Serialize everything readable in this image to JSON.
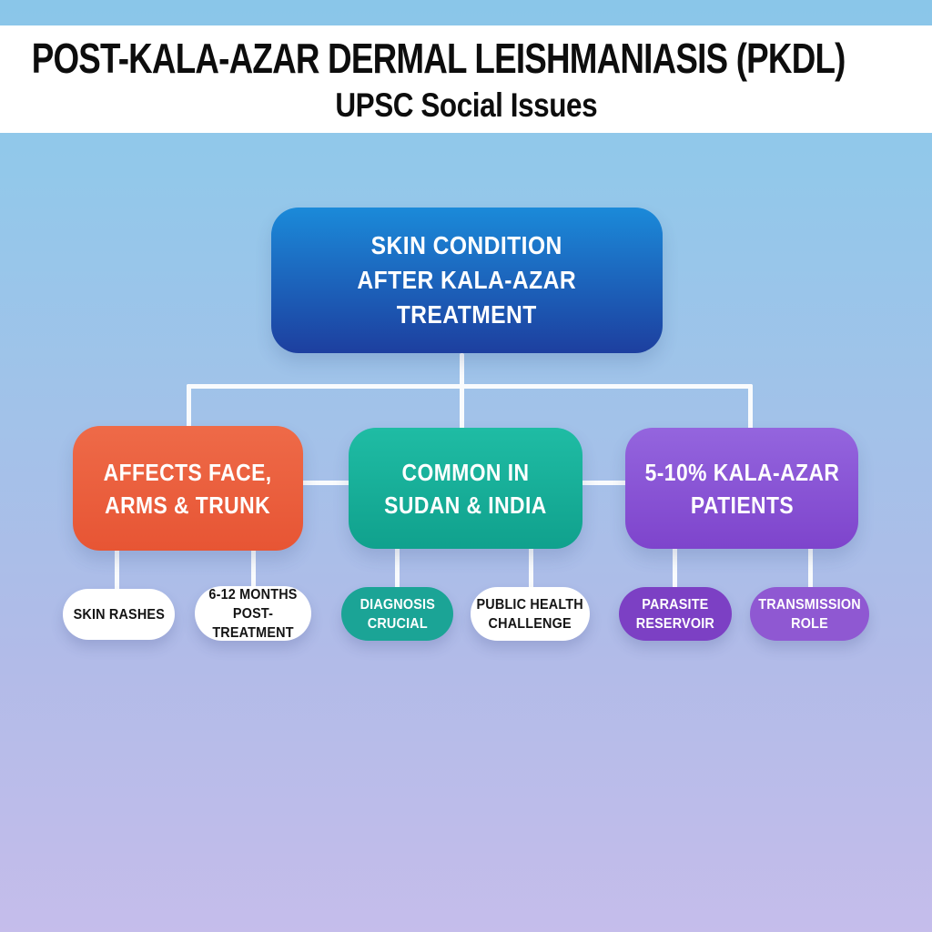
{
  "header": {
    "title_line1": "POST-KALA-AZAR DERMAL LEISHMANIASIS (PKDL)",
    "title_line2": "UPSC Social Issues",
    "globe_icon": "globe-earth-icon"
  },
  "diagram": {
    "root": {
      "label": "SKIN CONDITION\nAFTER KALA-AZAR\nTREATMENT"
    },
    "branches": [
      {
        "label": "AFFECTS FACE,\nARMS & TRUNK",
        "children": [
          {
            "label": "SKIN RASHES",
            "bg": "#ffffff",
            "fg": "#141414"
          },
          {
            "label": "6-12 MONTHS\nPOST-TREATMENT",
            "bg": "#ffffff",
            "fg": "#141414"
          }
        ]
      },
      {
        "label": "COMMON IN\nSUDAN & INDIA",
        "children": [
          {
            "label": "DIAGNOSIS\nCRUCIAL",
            "bg": "#1ba496",
            "fg": "#ffffff"
          },
          {
            "label": "PUBLIC HEALTH\nCHALLENGE",
            "bg": "#ffffff",
            "fg": "#141414"
          }
        ]
      },
      {
        "label": "5-10% KALA-AZAR\nPATIENTS",
        "children": [
          {
            "label": "PARASITE\nRESERVOIR",
            "bg": "#7c40c4",
            "fg": "#ffffff"
          },
          {
            "label": "TRANSMISSION\nROLE",
            "bg": "#8f58d2",
            "fg": "#ffffff"
          }
        ]
      }
    ]
  },
  "colors": {
    "background_top": "#8ac6e9",
    "background_bottom": "#c5bdeb",
    "header_band": "#ffffff",
    "title_text": "#0d0d0d",
    "connector": "#f9fbfd",
    "root_box_top": "#1b8ad9",
    "root_box_bottom": "#1d3f9f",
    "branch_orange_top": "#ee6a48",
    "branch_orange_bottom": "#e75534",
    "branch_teal_top": "#1fbca4",
    "branch_teal_bottom": "#10a18d",
    "branch_purple_top": "#9465de",
    "branch_purple_bottom": "#7e44cc",
    "globe_ocean": "#3584d8",
    "globe_land": "#5cb648"
  }
}
